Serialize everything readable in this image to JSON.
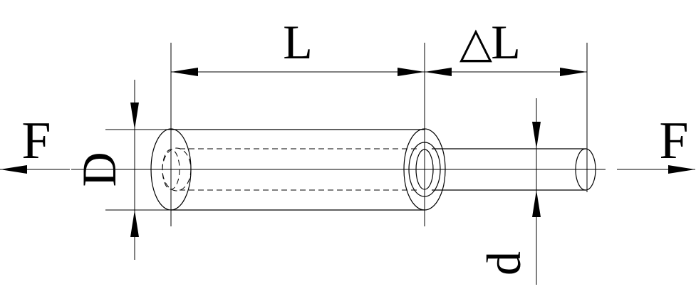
{
  "labels": {
    "length": "L",
    "elongation_symbol": "△",
    "elongation_letter": "L",
    "force_left": "F",
    "force_right": "F",
    "original_diameter": "D",
    "reduced_diameter": "d"
  }
}
